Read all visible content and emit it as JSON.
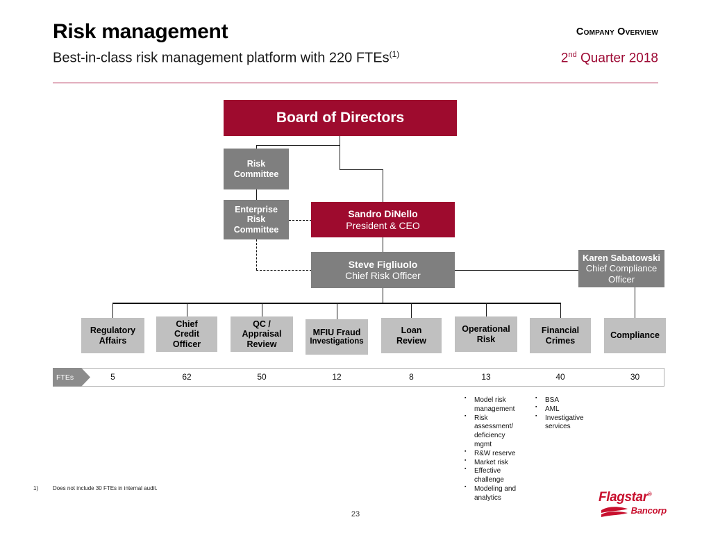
{
  "header": {
    "title": "Risk management",
    "subtitle_text": "Best-in-class risk management platform with 220 FTEs",
    "subtitle_sup": "(1)",
    "company_overview": "Company Overview",
    "quarter_num": "2",
    "quarter_sup": "nd",
    "quarter_rest": " Quarter 2018",
    "accent_color": "#9E0B35",
    "rule_color": "#B0214A"
  },
  "org": {
    "board": {
      "name": "Board of Directors"
    },
    "risk_committee": {
      "line1": "Risk",
      "line2": "Committee"
    },
    "enterprise_risk_committee": {
      "line1": "Enterprise",
      "line2": "Risk",
      "line3": "Committee"
    },
    "ceo": {
      "name": "Sandro DiNello",
      "role": "President & CEO"
    },
    "cro": {
      "name": "Steve Figliuolo",
      "role": "Chief Risk Officer"
    },
    "cco": {
      "name": "Karen Sabatowski",
      "role_line1": "Chief Compliance",
      "role_line2": "Officer"
    },
    "departments": [
      {
        "line1": "Regulatory",
        "line2": "Affairs",
        "fte": "5"
      },
      {
        "line1": "Chief",
        "line2": "Credit",
        "line3": "Officer",
        "fte": "62"
      },
      {
        "line1": "QC /",
        "line2": "Appraisal",
        "line3": "Review",
        "fte": "50"
      },
      {
        "line1": "MFIU Fraud",
        "line2": "Investigations",
        "fte": "12"
      },
      {
        "line1": "Loan",
        "line2": "Review",
        "fte": "8"
      },
      {
        "line1": "Operational",
        "line2": "Risk",
        "fte": "13"
      },
      {
        "line1": "Financial",
        "line2": "Crimes",
        "fte": "40"
      },
      {
        "line1": "Compliance",
        "line2": "",
        "fte": "30"
      }
    ],
    "colors": {
      "red_box": "#9E0B2E",
      "gray_box": "#7F7F7F",
      "light_gray_box": "#C0C0C0"
    }
  },
  "fte_row": {
    "label": "FTEs",
    "values": [
      "5",
      "62",
      "50",
      "12",
      "8",
      "13",
      "40",
      "30"
    ]
  },
  "bullets": {
    "operational_risk": [
      "Model risk management",
      "Risk assessment/ deficiency mgmt",
      "R&W reserve",
      "Market risk",
      "Effective challenge",
      "Modeling and analytics"
    ],
    "financial_crimes": [
      "BSA",
      "AML",
      "Investigative services"
    ]
  },
  "footer": {
    "footnote_number": "1)",
    "footnote_text": "Does not include 30 FTEs in internal audit.",
    "page_number": "23",
    "logo_main": "Flagstar",
    "logo_sup": "®",
    "logo_sub": "Bancorp",
    "logo_color": "#C8102E"
  }
}
